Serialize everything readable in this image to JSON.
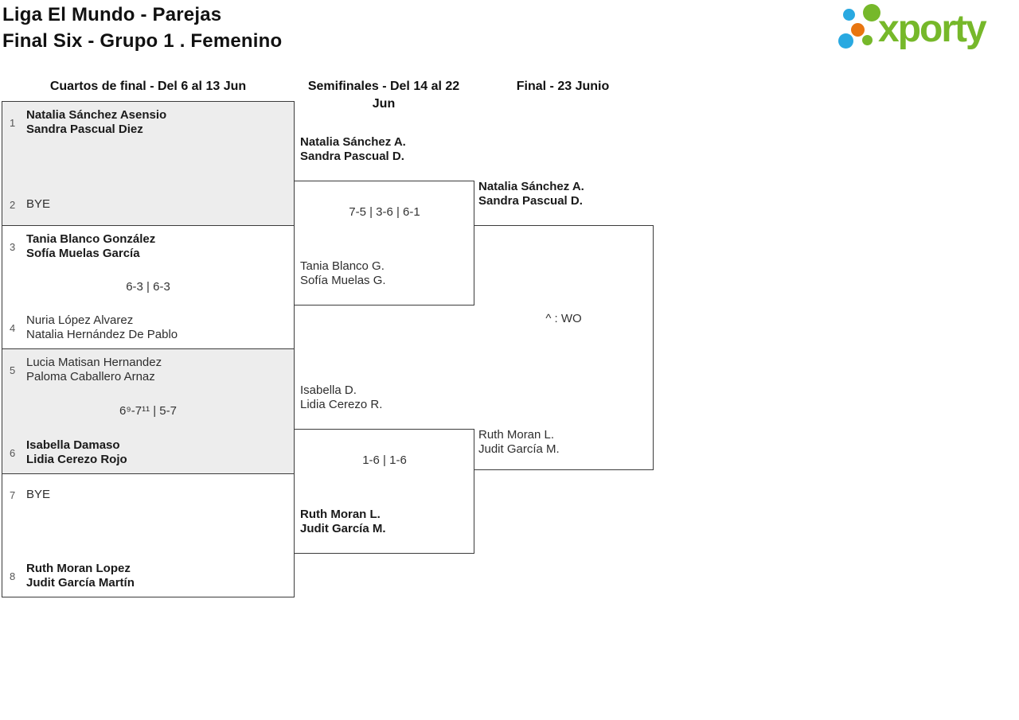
{
  "header": {
    "title_line1": "Liga El Mundo - Parejas",
    "title_line2": "Final Six - Grupo 1 . Femenino"
  },
  "logo": {
    "text": "xporty",
    "green": "#76b82a",
    "blue": "#29a9e1",
    "orange": "#e87510"
  },
  "round_headers": {
    "quarterfinals": "Cuartos de final - Del 6 al 13 Jun",
    "semifinals": "Semifinales - Del 14 al 22 Jun",
    "final": "Final - 23 Junio"
  },
  "quarterfinals": [
    {
      "seed_top": "1",
      "top": [
        "Natalia Sánchez Asensio",
        "Sandra Pascual Diez"
      ],
      "score": "",
      "seed_bottom": "2",
      "bottom": [
        "BYE"
      ]
    },
    {
      "seed_top": "3",
      "top": [
        "Tania Blanco González",
        "Sofía Muelas García"
      ],
      "score": "6-3 | 6-3",
      "seed_bottom": "4",
      "bottom": [
        "Nuria López Alvarez",
        "Natalia Hernández De Pablo"
      ]
    },
    {
      "seed_top": "5",
      "top": [
        "Lucia Matisan Hernandez",
        "Paloma Caballero Arnaz"
      ],
      "score": "6⁹-7¹¹ | 5-7",
      "seed_bottom": "6",
      "bottom": [
        "Isabella Damaso",
        "Lidia Cerezo Rojo"
      ]
    },
    {
      "seed_top": "7",
      "top": [
        "BYE"
      ],
      "score": "",
      "seed_bottom": "8",
      "bottom": [
        "Ruth Moran Lopez",
        "Judit García Martín"
      ]
    }
  ],
  "semifinals": [
    {
      "top": [
        "Natalia Sánchez A.",
        "Sandra Pascual D."
      ],
      "score": "7-5 | 3-6 | 6-1",
      "bottom": [
        "Tania Blanco G.",
        "Sofía Muelas G."
      ]
    },
    {
      "top": [
        "Isabella D.",
        "Lidia Cerezo R."
      ],
      "score": "1-6 | 1-6",
      "bottom": [
        "Ruth Moran L.",
        "Judit García M."
      ]
    }
  ],
  "final": {
    "top": [
      "Natalia Sánchez A.",
      "Sandra Pascual D."
    ],
    "score": "^ : WO",
    "bottom": [
      "Ruth Moran L.",
      "Judit García M."
    ]
  }
}
